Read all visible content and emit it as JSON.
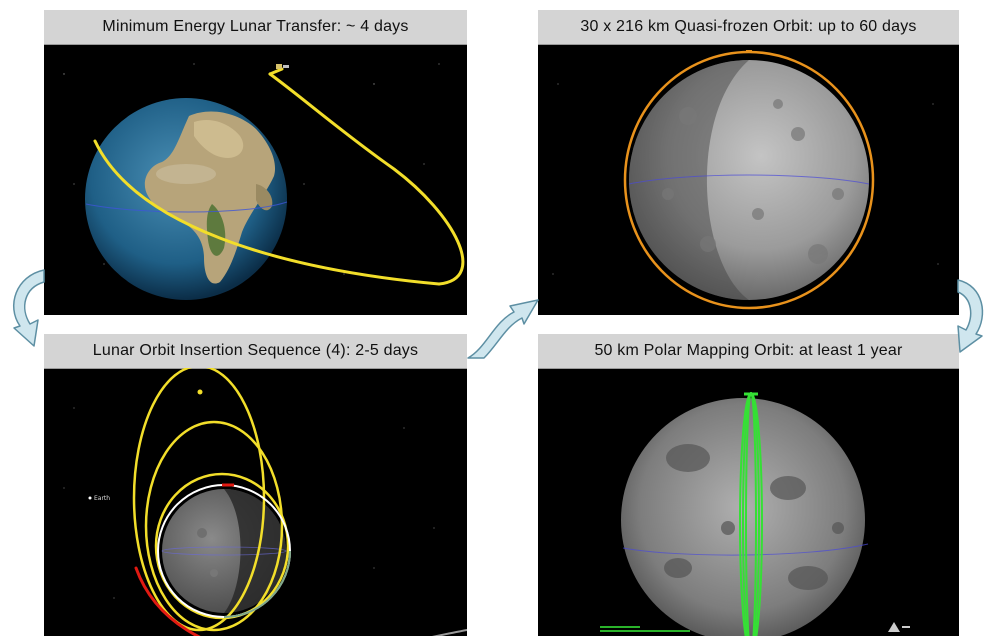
{
  "panels": {
    "transfer": {
      "title": "Minimum Energy Lunar Transfer: ~ 4 days"
    },
    "loi": {
      "title": "Lunar Orbit Insertion Sequence (4): 2-5 days",
      "earth_label": "Earth"
    },
    "frozen": {
      "title": "30 x 216 km Quasi-frozen Orbit: up to 60 days"
    },
    "mapping": {
      "title": "50 km Polar Mapping Orbit: at least 1 year"
    }
  },
  "colors": {
    "title_bar": "#d4d4d4",
    "orbit_yellow": "#f2de2a",
    "orbit_orange": "#e8921c",
    "orbit_red": "#e11a12",
    "orbit_green": "#35e035",
    "arrow_fill": "#cfe6ee",
    "arrow_stroke": "#5d8fa3"
  }
}
